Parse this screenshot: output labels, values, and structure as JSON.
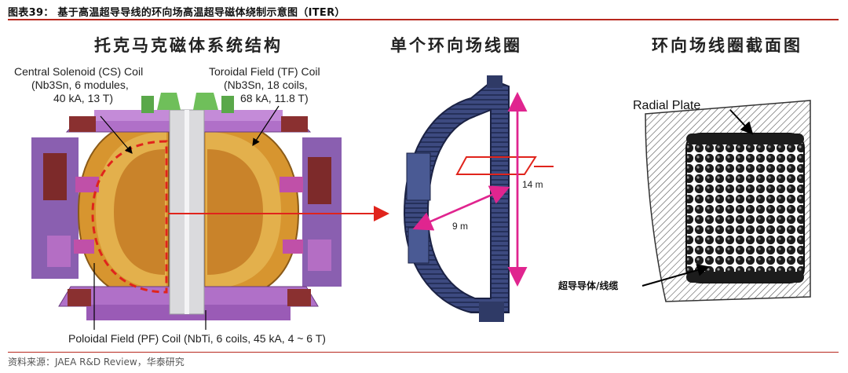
{
  "figure": {
    "title": "图表39：  基于高温超导导线的环向场高温超导磁体绕制示意图（ITER）",
    "source": "资料来源：JAEA R&D Review，华泰研究"
  },
  "panels": {
    "tokamak": {
      "title": "托克马克磁体系统结构",
      "cs_coil_lines": [
        "Central Solenoid (CS) Coil",
        "(Nb3Sn, 6 modules,",
        "40 kA, 13 T)"
      ],
      "tf_coil_lines": [
        "Toroidal Field (TF) Coil",
        "(Nb3Sn, 18 coils,",
        "68 kA, 11.8 T)"
      ],
      "pf_coil": "Poloidal Field (PF) Coil (NbTi, 6 coils, 45 kA, 4 ~ 6 T)"
    },
    "single_coil": {
      "title": "单个环向场线圈",
      "height_label": "14 m",
      "width_label": "9 m"
    },
    "cross_section": {
      "title": "环向场线圈截面图",
      "radial_plate_label": "Radial Plate",
      "conductor_label": "超导导体/线缆"
    }
  },
  "colors": {
    "rule": "#b8281e",
    "arrow": "#e0241c",
    "coil_gold": "#d7952f",
    "pf_purple": "#b070c8",
    "cs_green": "#6fbf5a",
    "cs_silver": "#d8d8dc",
    "tf_navy": "#2f3a66",
    "dim_magenta": "#e0258f"
  }
}
